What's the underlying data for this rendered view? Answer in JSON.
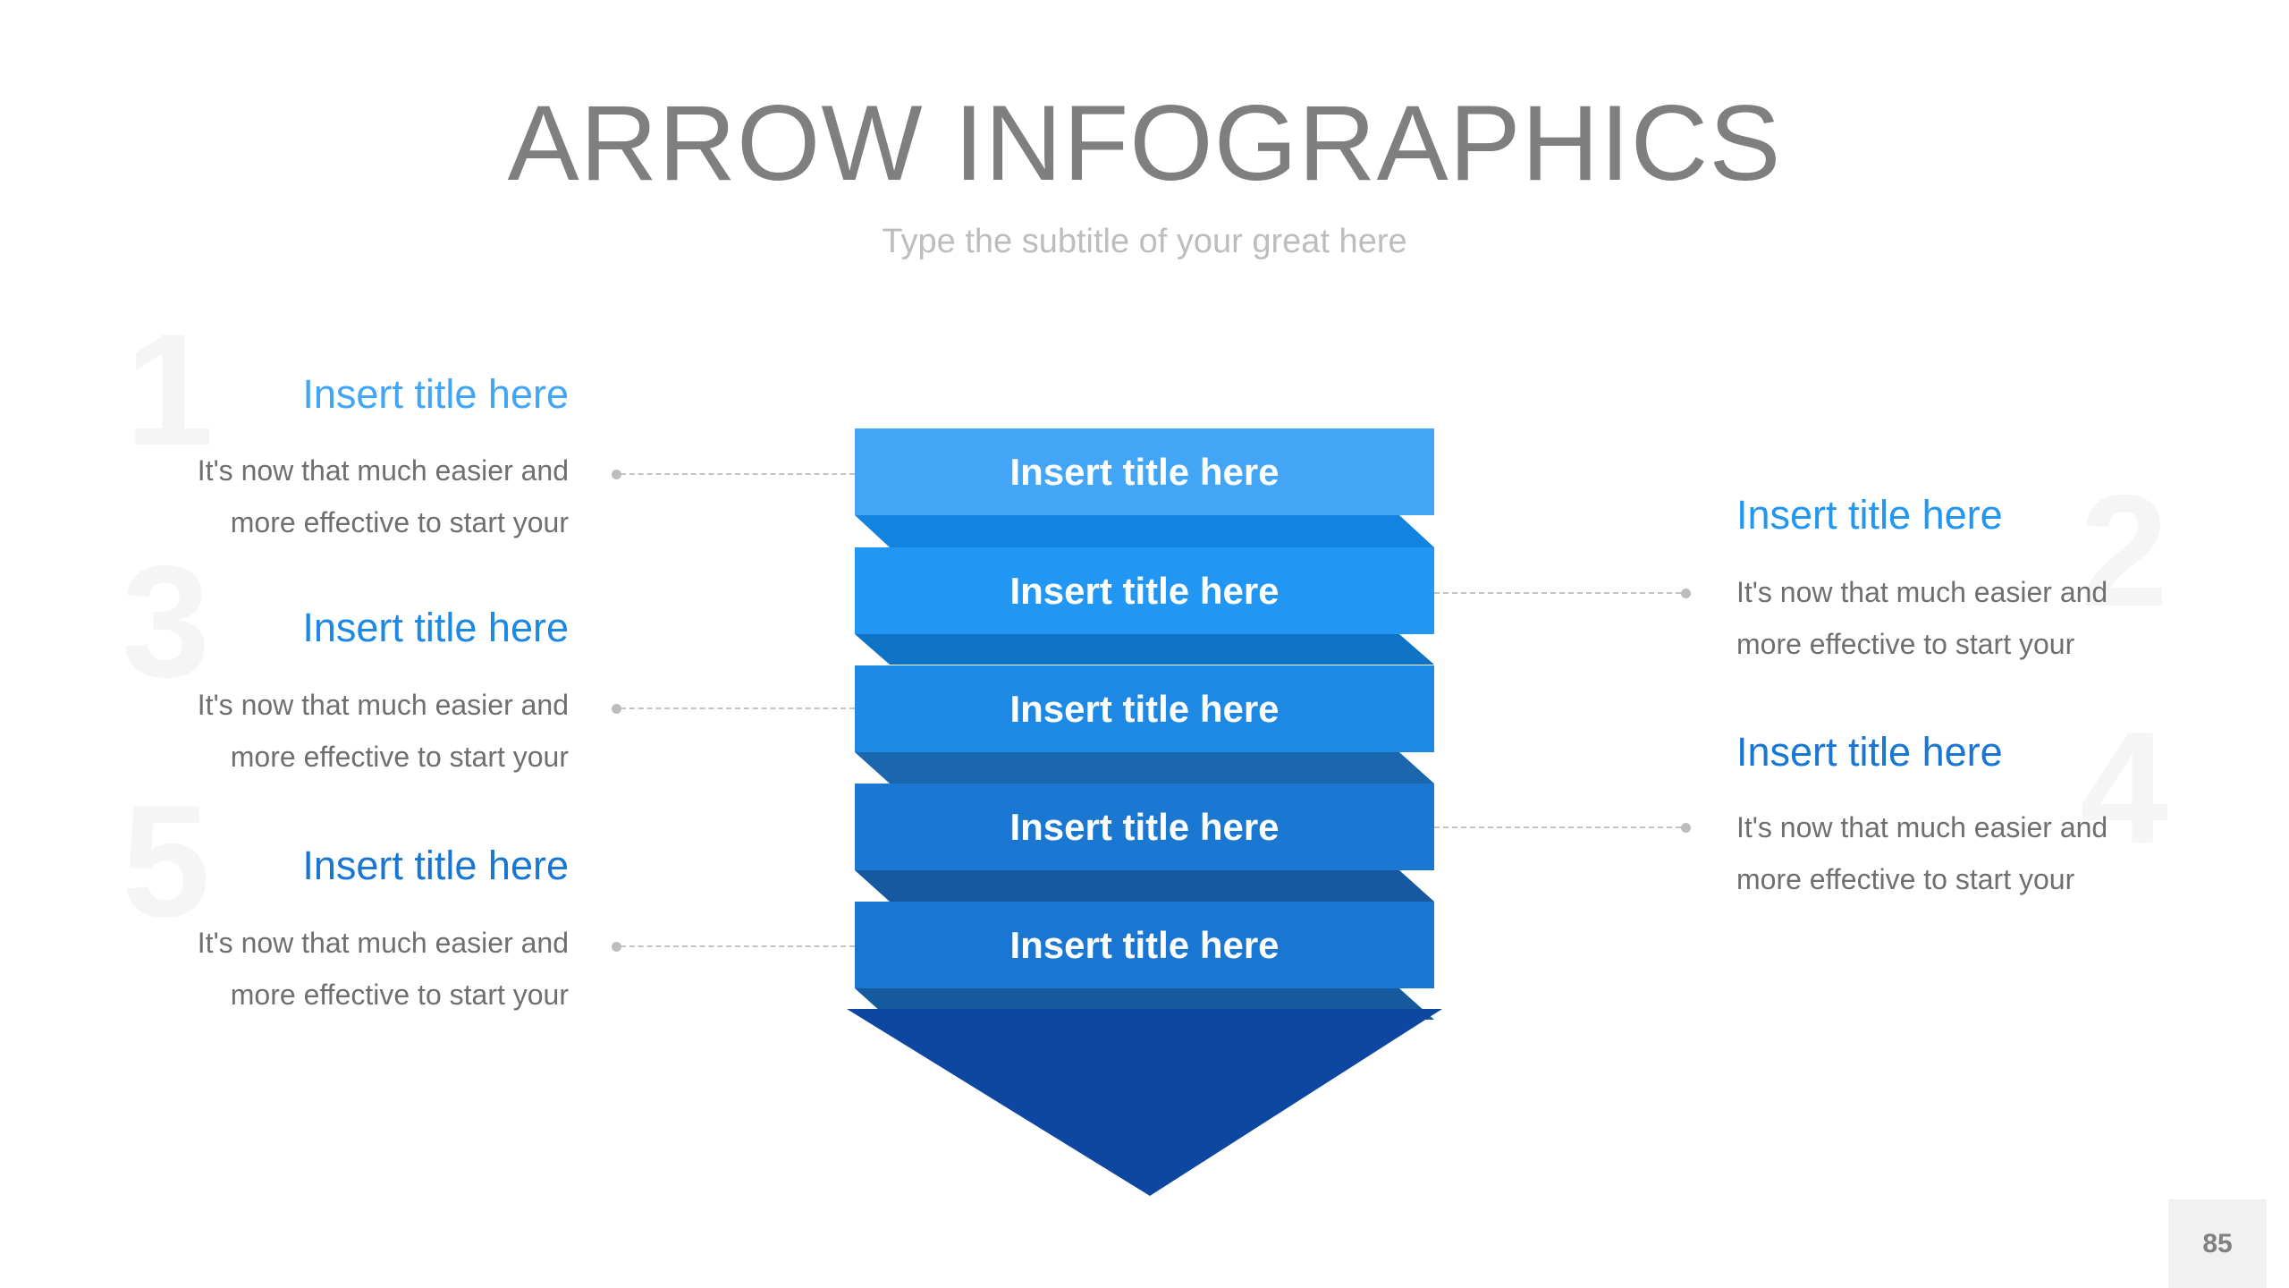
{
  "header": {
    "title": "ARROW INFOGRAPHICS",
    "subtitle": "Type the subtitle of your great here"
  },
  "arrow": {
    "bands": [
      {
        "label": "Insert title here",
        "color": "#42A5F5",
        "fold_color": "#1283DF"
      },
      {
        "label": "Insert title here",
        "color": "#2196F3",
        "fold_color": "#0E72C5"
      },
      {
        "label": "Insert title here",
        "color": "#1E88E5",
        "fold_color": "#1A67AD"
      },
      {
        "label": "Insert title here",
        "color": "#1A78D2",
        "fold_color": "#1659A0"
      },
      {
        "label": "Insert title here",
        "color": "#1976D2",
        "fold_color": "#165A9E"
      }
    ],
    "head_color": "#0D47A1"
  },
  "items": [
    {
      "number": "1",
      "side": "left",
      "title": "Insert title here",
      "title_color": "#42A5F5",
      "body_line1": "It's now that much easier and",
      "body_line2": "more effective to start your"
    },
    {
      "number": "2",
      "side": "right",
      "title": "Insert title here",
      "title_color": "#2196F3",
      "body_line1": "It's now that much easier and",
      "body_line2": "more effective to start your"
    },
    {
      "number": "3",
      "side": "left",
      "title": "Insert title here",
      "title_color": "#1E88E5",
      "body_line1": "It's now that much easier and",
      "body_line2": "more effective to start your"
    },
    {
      "number": "4",
      "side": "right",
      "title": "Insert title here",
      "title_color": "#1976D2",
      "body_line1": "It's now that much easier and",
      "body_line2": "more effective to start your"
    },
    {
      "number": "5",
      "side": "left",
      "title": "Insert title here",
      "title_color": "#1976D2",
      "body_line1": "It's now that much easier and",
      "body_line2": "more effective to start your"
    }
  ],
  "footer": {
    "page_number": "85"
  }
}
